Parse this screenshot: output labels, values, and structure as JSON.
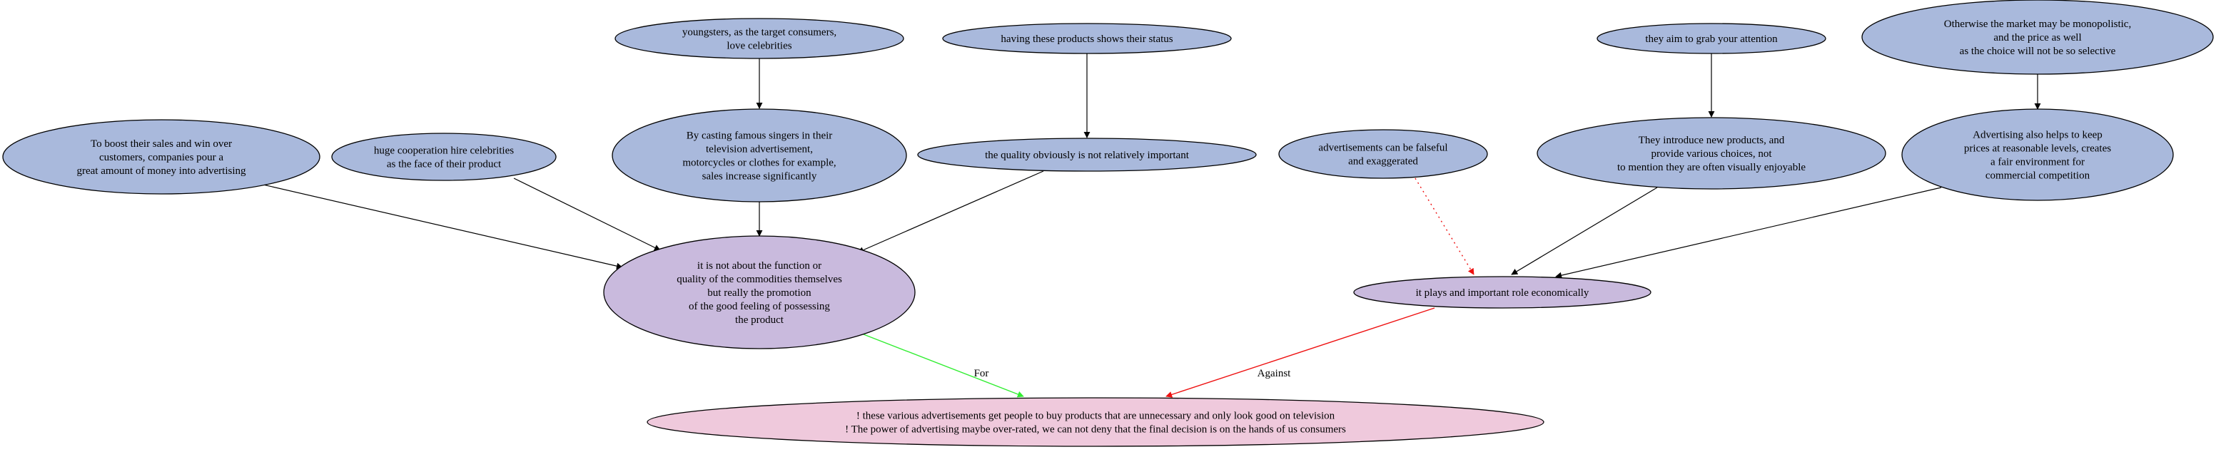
{
  "colors": {
    "premise_fill": "#a9b9dc",
    "intermediate_fill": "#c9badd",
    "conclusion_fill": "#efc9dc",
    "black": "#000000",
    "for_edge": "#33ee33",
    "against_edge": "#ee1111"
  },
  "nodes": {
    "youngsters": [
      "youngsters, as the target consumers,",
      "love celebrities"
    ],
    "status": [
      "having these products shows their status"
    ],
    "attention": [
      "they aim to grab your attention"
    ],
    "monopoly": [
      "Otherwise the market may be monopolistic,",
      "and the price as well",
      "as the choice will not be so selective"
    ],
    "boost_sales": [
      "To boost their sales and win over",
      "customers, companies pour a",
      "great amount of money into advertising"
    ],
    "cooperation": [
      "huge cooperation hire celebrities",
      "as the face of their product"
    ],
    "famous_singers": [
      "By casting famous singers in their",
      "television advertisement,",
      "motorcycles or clothes for example,",
      "sales increase significantly"
    ],
    "quality": [
      "the quality obviously is not relatively important"
    ],
    "false_ads": [
      "advertisements can be falseful",
      "and exaggerated"
    ],
    "new_products": [
      "They introduce new products, and",
      "provide various choices, not",
      "to mention they are often visually enjoyable"
    ],
    "reasonable_prices": [
      "Advertising also helps to keep",
      "prices at reasonable levels, creates",
      "a fair environment for",
      "commercial competition"
    ],
    "not_function": [
      "it is not about the function or",
      "quality of the commodities themselves",
      "but really the promotion",
      "of the good feeling of possessing",
      "the product"
    ],
    "economic_role": [
      "it plays and important role economically"
    ],
    "conclusion": [
      "! these various advertisements get people to buy products that are unnecessary and only look good on television",
      "! The power of advertising maybe over-rated, we can not deny that the final decision is on the hands of us consumers"
    ]
  },
  "edges": {
    "for_label": "For",
    "against_label": "Against"
  }
}
